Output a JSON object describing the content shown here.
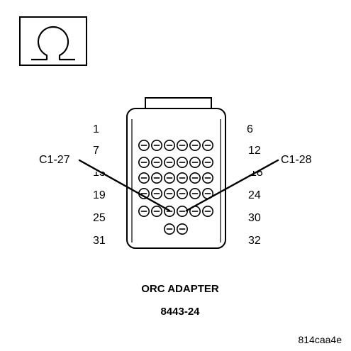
{
  "symbol": {
    "icon": "ohm-icon",
    "glyph": "Ω"
  },
  "connector": {
    "pin_numbers": {
      "row1_left": "1",
      "row1_right": "6",
      "row2_left": "7",
      "row2_right": "12",
      "row3_left": "13",
      "row3_right": "18",
      "row4_left": "19",
      "row4_right": "24",
      "row5_left": "25",
      "row5_right": "30",
      "row6_left": "31",
      "row6_right": "32"
    },
    "callouts": {
      "left": "C1-27",
      "right": "C1-28"
    }
  },
  "caption": {
    "title": "ORC ADAPTER",
    "part_number": "8443-24"
  },
  "figure_id": "814caa4e",
  "colors": {
    "ink": "#000000",
    "background": "#ffffff"
  }
}
